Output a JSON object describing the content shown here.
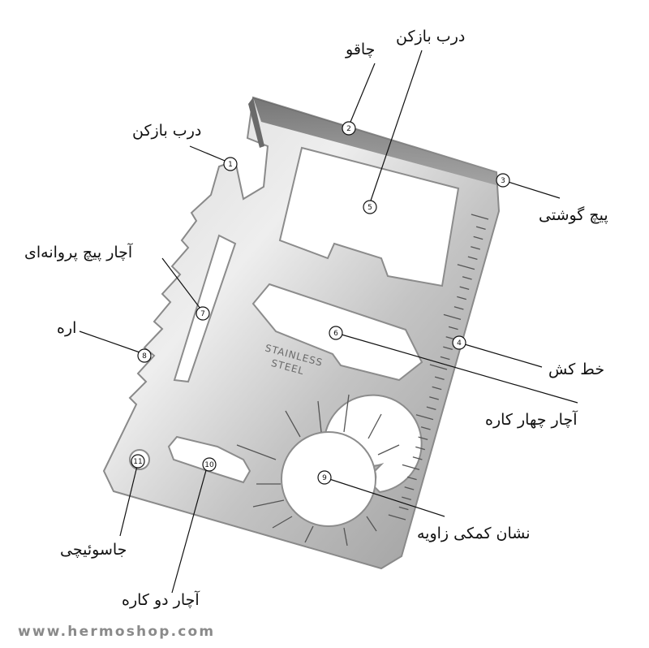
{
  "labels": {
    "bottle_opener_small": "درب بازکن",
    "knife": "چاقو",
    "bottle_opener_large": "درب بازکن",
    "meat_screw": "پیچ گوشتی",
    "wing_wrench": "آچار پیچ پروانه‌ای",
    "saw": "اره",
    "ruler": "خط کش",
    "four_way_wrench": "آچار چهار کاره",
    "angle_marker": "نشان کمکی زاویه",
    "keyring_hole": "جاسوئیچی",
    "two_way_wrench": "آچار دو کاره"
  },
  "numbers": [
    "1",
    "2",
    "3",
    "4",
    "5",
    "6",
    "7",
    "8",
    "9",
    "10",
    "11"
  ],
  "stamp": {
    "line1": "STAINLESS",
    "line2": "STEEL"
  },
  "footer": "www.hermoshop.com",
  "colors": {
    "steel_light": "#e4e4e4",
    "steel_mid": "#b9b9b9",
    "steel_dark": "#8d8d8d",
    "line": "#111111"
  }
}
